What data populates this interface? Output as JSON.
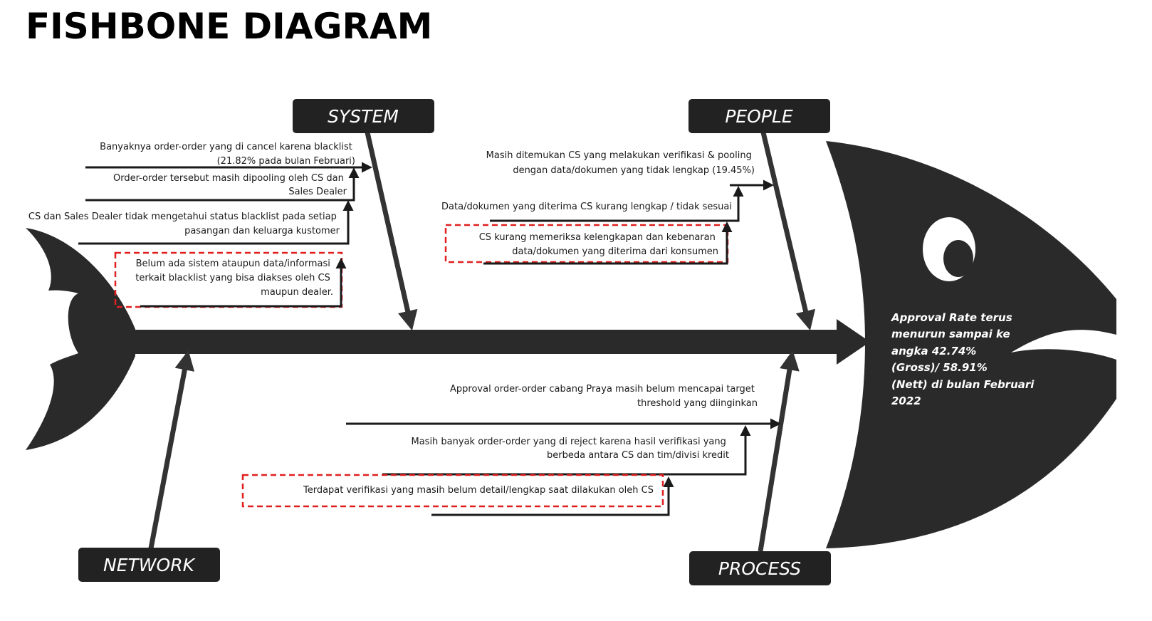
{
  "title": "FISHBONE DIAGRAM",
  "colors": {
    "fish": "#2a2a2a",
    "label_bg": "#222222",
    "highlight": "#e02020"
  },
  "categories": {
    "system": "SYSTEM",
    "people": "PEOPLE",
    "network": "NETWORK",
    "process": "PROCESS"
  },
  "causes": {
    "system": [
      [
        "Banyaknya order-order yang di cancel karena blacklist",
        "(21.82% pada bulan Februari)"
      ],
      [
        "Order-order tersebut masih dipooling oleh CS dan",
        "Sales Dealer"
      ],
      [
        "CS dan Sales Dealer tidak mengetahui status blacklist pada setiap",
        "pasangan dan keluarga kustomer"
      ],
      [
        "Belum ada sistem ataupun data/informasi",
        "terkait blacklist yang bisa diakses oleh CS",
        "maupun dealer."
      ]
    ],
    "people": [
      [
        "Masih ditemukan CS yang melakukan verifikasi & pooling",
        "dengan data/dokumen yang tidak lengkap (19.45%)"
      ],
      [
        "Data/dokumen yang diterima CS kurang lengkap / tidak sesuai"
      ],
      [
        "CS kurang memeriksa kelengkapan dan kebenaran",
        "data/dokumen yang diterima dari konsumen"
      ]
    ],
    "process": [
      [
        "Approval order-order cabang Praya masih belum mencapai target",
        "threshold yang diinginkan"
      ],
      [
        "Masih banyak order-order yang di reject karena hasil verifikasi yang",
        "berbeda antara CS dan tim/divisi kredit"
      ],
      [
        "Terdapat verifikasi yang masih belum detail/lengkap saat dilakukan oleh CS"
      ]
    ]
  },
  "effect": [
    "Approval Rate terus",
    "menurun sampai ke",
    "angka 42.74%",
    "(Gross)/ 58.91%",
    "(Nett) di bulan Februari",
    "2022"
  ]
}
